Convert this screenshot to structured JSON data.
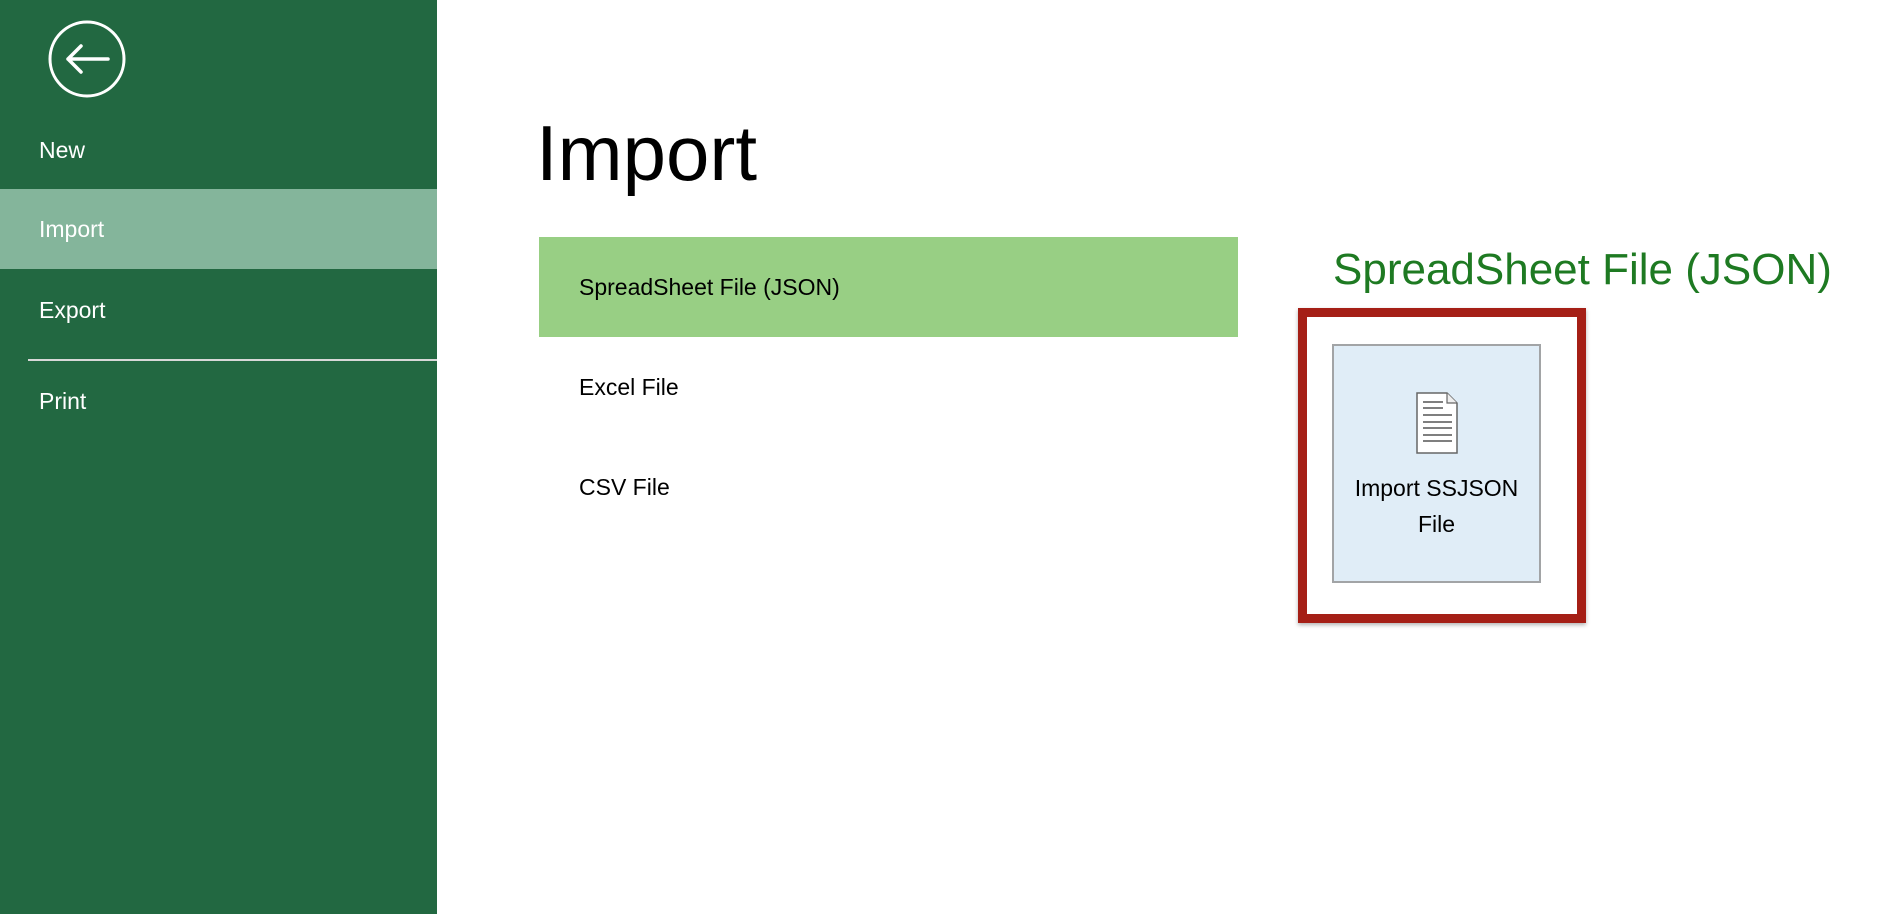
{
  "sidebar": {
    "back_icon": "back-arrow-circle-icon",
    "items": [
      {
        "label": "New"
      },
      {
        "label": "Import",
        "active": true
      },
      {
        "label": "Export"
      },
      {
        "label": "Print"
      }
    ]
  },
  "main": {
    "title": "Import",
    "options": [
      {
        "label": "SpreadSheet File (JSON)",
        "active": true
      },
      {
        "label": "Excel File"
      },
      {
        "label": "CSV File"
      }
    ],
    "detail": {
      "heading": "SpreadSheet File (JSON)",
      "tile_label": "Import SSJSON File",
      "tile_icon": "document-icon"
    }
  },
  "colors": {
    "sidebar": "#226841",
    "sidebar_active": "#84b59b",
    "option_active": "#98cf84",
    "heading": "#1e7a22",
    "highlight_box": "#a51f16",
    "tile_bg": "#e0edf7"
  }
}
